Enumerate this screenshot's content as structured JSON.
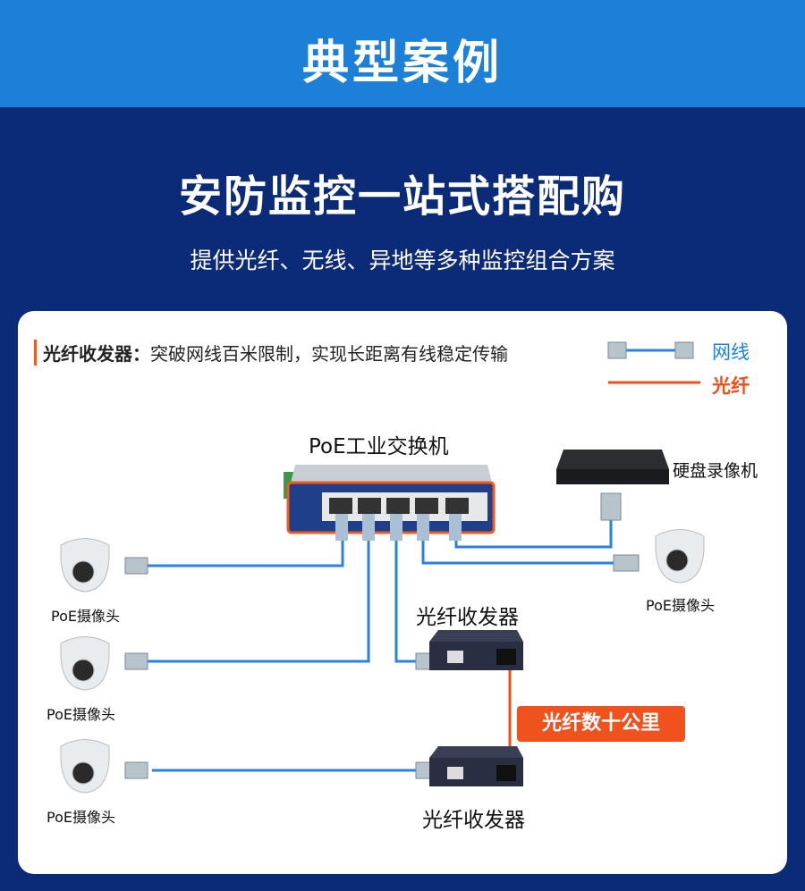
{
  "header": {
    "title": "典型案例"
  },
  "hero": {
    "title": "安防监控一站式搭配购",
    "subtitle": "提供光纤、无线、异地等多种监控组合方案"
  },
  "card": {
    "heading_bold": "光纤收发器：",
    "heading_text": "突破网线百米限制，实现长距离有线稳定传输",
    "legend": [
      {
        "label": "网线",
        "color": "#1f7fe6"
      },
      {
        "label": "光纤",
        "color": "#f04e1a"
      }
    ],
    "switch_label": "PoE工业交换机",
    "nvr_label": "硬盘录像机",
    "camera_label": "PoE摄像头",
    "transceiver_label": "光纤收发器",
    "fiber_badge": "光纤数十公里",
    "colors": {
      "cable": "#2a80e4",
      "fiber": "#f04e1a"
    }
  }
}
